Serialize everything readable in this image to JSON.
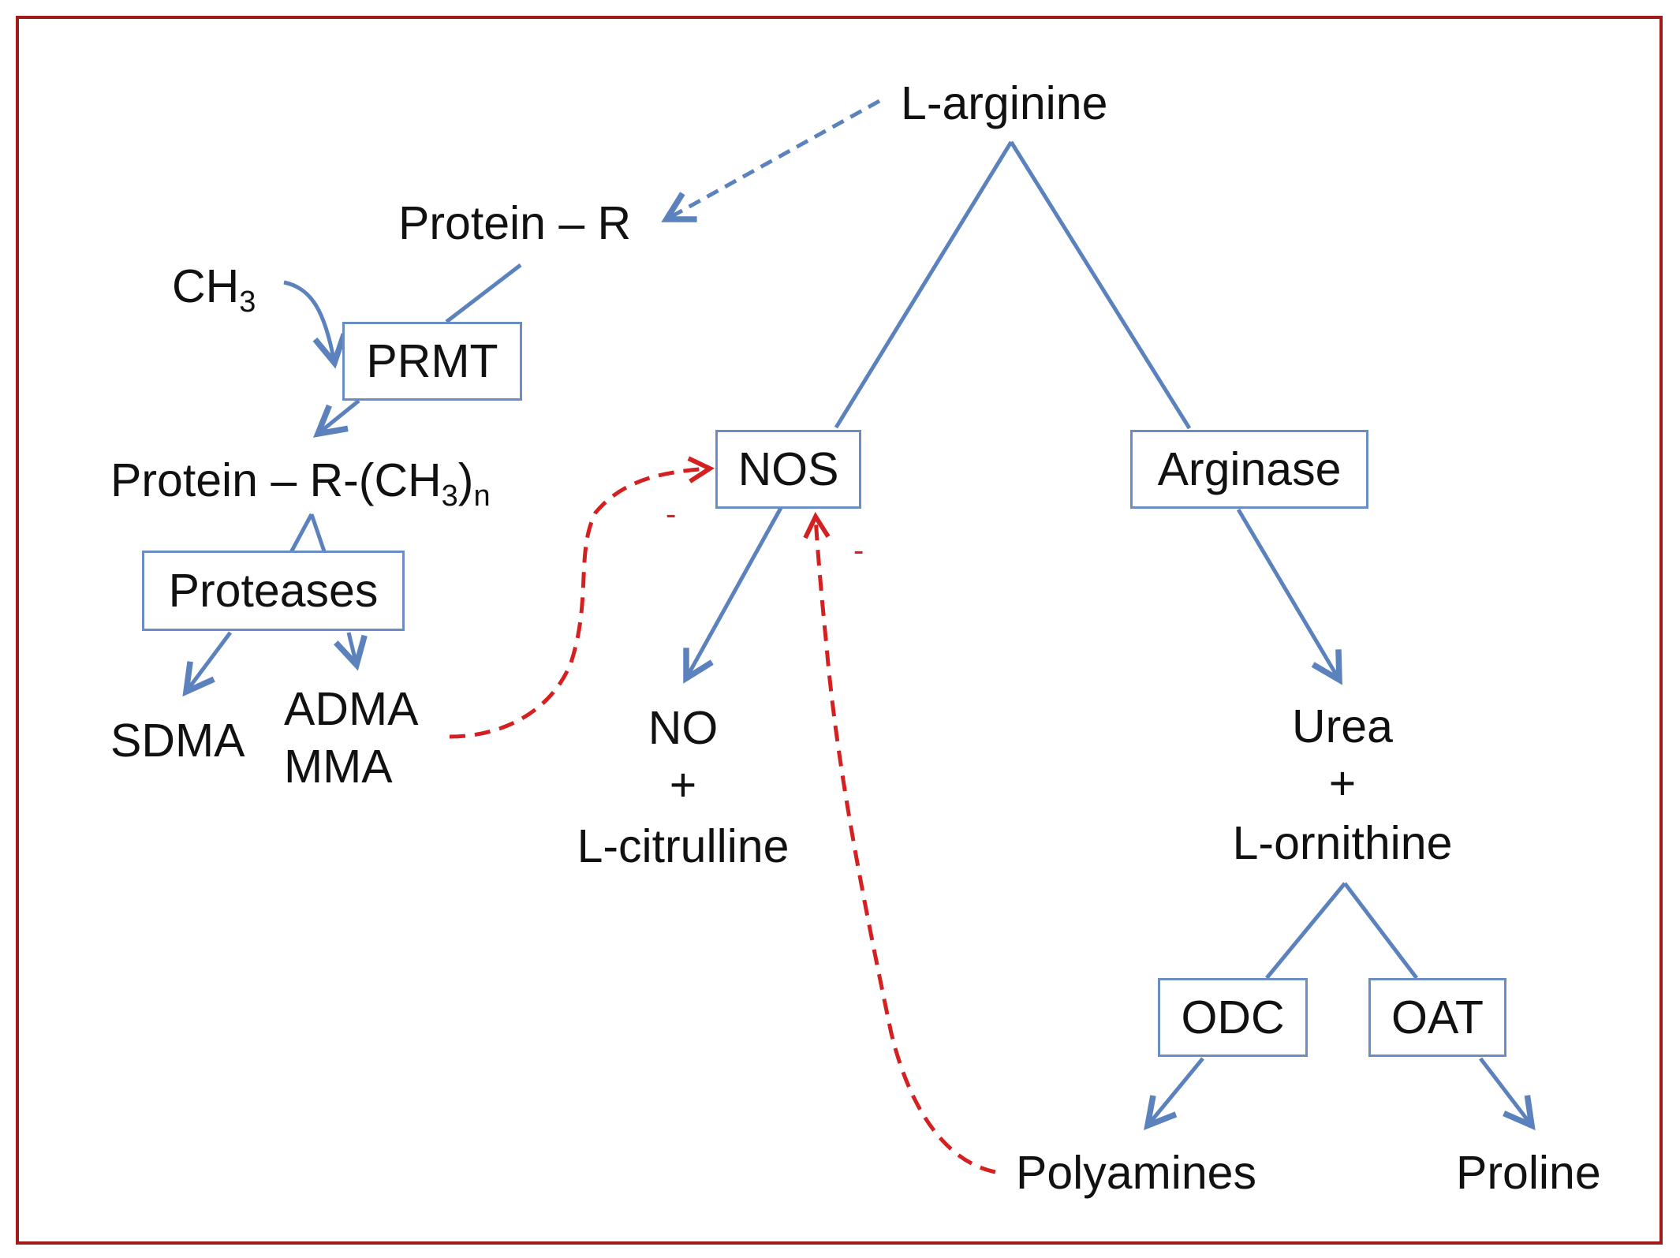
{
  "nodes": {
    "l_arginine": "L-arginine",
    "protein_r": "Protein – R",
    "ch3_base": "CH",
    "ch3_sub": "3",
    "protein_r_ch3_prefix": "Protein – R-(CH",
    "protein_r_ch3_sub": "3",
    "protein_r_ch3_close": ")",
    "protein_r_ch3_n": "n",
    "sdma": "SDMA",
    "adma": "ADMA",
    "mma": "MMA",
    "no": "NO",
    "plus_left": "+",
    "l_citrulline": "L-citrulline",
    "urea": "Urea",
    "plus_right": "+",
    "l_ornithine": "L-ornithine",
    "polyamines": "Polyamines",
    "proline": "Proline"
  },
  "enzymes": {
    "prmt": "PRMT",
    "proteases": "Proteases",
    "nos": "NOS",
    "arginase": "Arginase",
    "odc": "ODC",
    "oat": "OAT"
  },
  "inhibition_marks": {
    "adma_to_nos": "-",
    "polyamines_to_nos": "-"
  },
  "colors": {
    "pathway": "#5b82bd",
    "inhibition": "#d42020",
    "frame": "#a01c1c",
    "box_border": "#6a8ec4"
  }
}
